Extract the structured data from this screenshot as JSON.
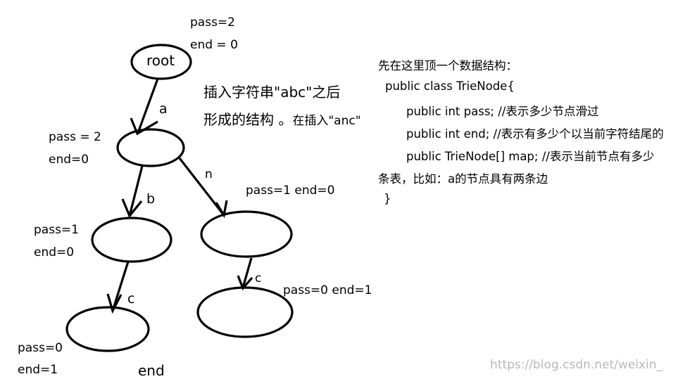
{
  "nodes": {
    "root_label": "root",
    "end_label": "end"
  },
  "node_stats": {
    "root_pass": "pass=2",
    "root_end": "end = 0",
    "a_pass": "pass = 2",
    "a_end": "end=0",
    "b_pass": "pass=1",
    "b_end": "end=0",
    "n_stats": "pass=1 end=0",
    "nc_stats": "pass=0 end=1",
    "bc_pass": "pass=0",
    "bc_end": "end=1"
  },
  "edges": {
    "a": "a",
    "b": "b",
    "n": "n",
    "c_left": "c",
    "c_right": "c"
  },
  "description": {
    "line1": "插入字符串\"abc\"之后",
    "line2_big": "形成的结构 。",
    "line2_small": "在插入\"anc\""
  },
  "code": {
    "intro": "先在这里顶一个数据结构：",
    "class_decl": "public class TrieNode{",
    "field_pass": "public int pass; //表示多少节点滑过",
    "field_end": "public int end; //表示有多少个以当前字符结尾的",
    "field_map": "public TrieNode[] map; //表示当前节点有多少",
    "wrap": "条表，比如：a的节点具有两条边",
    "close": "}"
  },
  "watermark": "https://blog.csdn.net/weixin_"
}
